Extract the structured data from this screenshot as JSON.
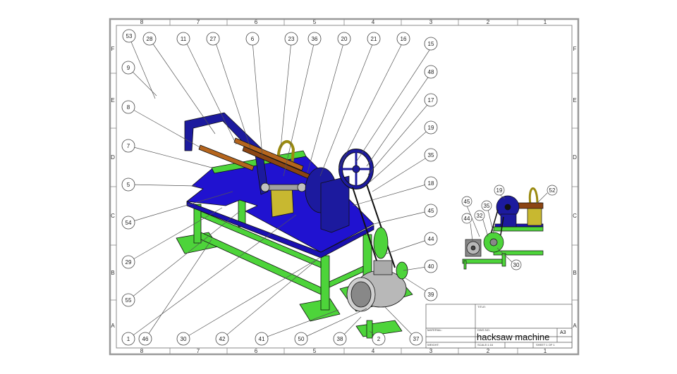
{
  "zones": {
    "columns": [
      "8",
      "7",
      "6",
      "5",
      "4",
      "3",
      "2",
      "1"
    ],
    "rows": [
      "F",
      "E",
      "D",
      "C",
      "B",
      "A"
    ]
  },
  "balloons": {
    "main_top": [
      "53",
      "28",
      "11",
      "27",
      "6",
      "23",
      "36",
      "20",
      "21",
      "16",
      "15"
    ],
    "main_left": [
      "9",
      "8",
      "7",
      "5",
      "54",
      "29",
      "55"
    ],
    "main_right": [
      "48",
      "17",
      "19",
      "35",
      "18",
      "45",
      "44",
      "40",
      "39"
    ],
    "main_bottom": [
      "1",
      "46",
      "30",
      "42",
      "41",
      "50",
      "38",
      "2",
      "37"
    ],
    "detail": [
      "45",
      "44",
      "19",
      "35",
      "32",
      "52",
      "30"
    ]
  },
  "title_block": {
    "title": "hacksaw machine",
    "size": "A3",
    "field_title": "TITLE:",
    "field_material": "MATERIAL:",
    "field_dwg_no": "DWG NO.",
    "field_scale": "SCALE:1:16",
    "field_sheet": "SHEET 1 OF 1",
    "field_weight": "WEIGHT:"
  },
  "colors": {
    "frame": "#4dd43a",
    "table": "#1a12c8",
    "arm": "#1c1a9e",
    "rod": "#b5651d",
    "motor": "#b8b8b8",
    "lines": "#555555"
  }
}
